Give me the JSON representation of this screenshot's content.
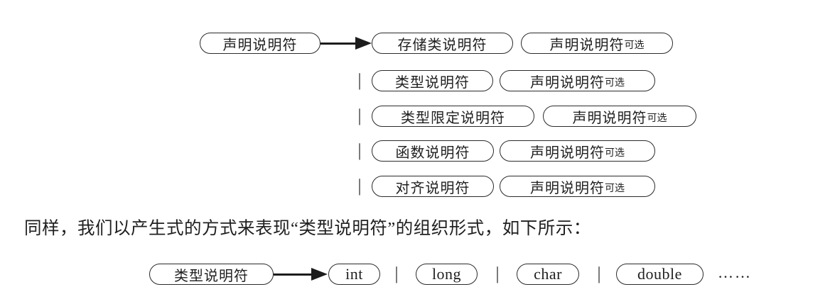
{
  "colors": {
    "ink": "#1f1f1f",
    "background": "#ffffff"
  },
  "diagram1": {
    "lhs": "声明说明符",
    "separator": "|",
    "rows": [
      {
        "first": "存储类说明符",
        "opt_main": "声明说明符",
        "opt_sub": "可选"
      },
      {
        "first": "类型说明符",
        "opt_main": "声明说明符",
        "opt_sub": "可选"
      },
      {
        "first": "类型限定说明符",
        "opt_main": "声明说明符",
        "opt_sub": "可选"
      },
      {
        "first": "函数说明符",
        "opt_main": "声明说明符",
        "opt_sub": "可选"
      },
      {
        "first": "对齐说明符",
        "opt_main": "声明说明符",
        "opt_sub": "可选"
      }
    ]
  },
  "paragraph": "同样，我们以产生式的方式来表现“类型说明符”的组织形式，如下所示：",
  "diagram2": {
    "lhs": "类型说明符",
    "separator": "|",
    "alternatives": [
      "int",
      "long",
      "char",
      "double"
    ],
    "ellipsis": "……"
  }
}
